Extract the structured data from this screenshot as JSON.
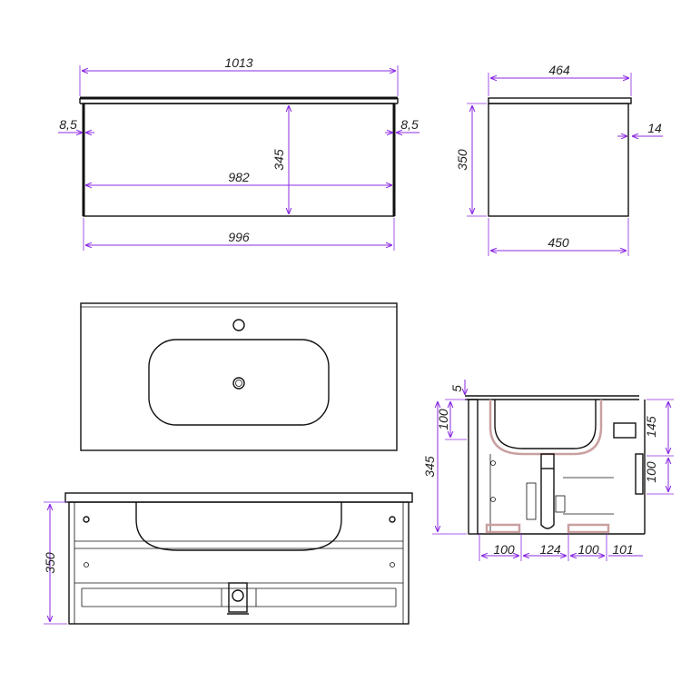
{
  "colors": {
    "dimension": "#8b2be2",
    "outline": "#111111",
    "section": "#c9a0a0",
    "background": "#ffffff"
  },
  "front_view": {
    "overall_width": "1013",
    "inner_width": "982",
    "base_width": "996",
    "height": "345",
    "left_side": "8,5",
    "right_side": "8,5"
  },
  "side_view": {
    "top_depth": "464",
    "base_depth": "450",
    "height": "350",
    "overhang": "14"
  },
  "section_view": {
    "top_gap": "5",
    "bowl_depth": "100",
    "height": "345",
    "right_upper": "145",
    "right_lower": "100",
    "bottom_1": "100",
    "bottom_2": "124",
    "bottom_3": "100",
    "bottom_4": "101"
  },
  "open_front_view": {
    "height": "350"
  }
}
